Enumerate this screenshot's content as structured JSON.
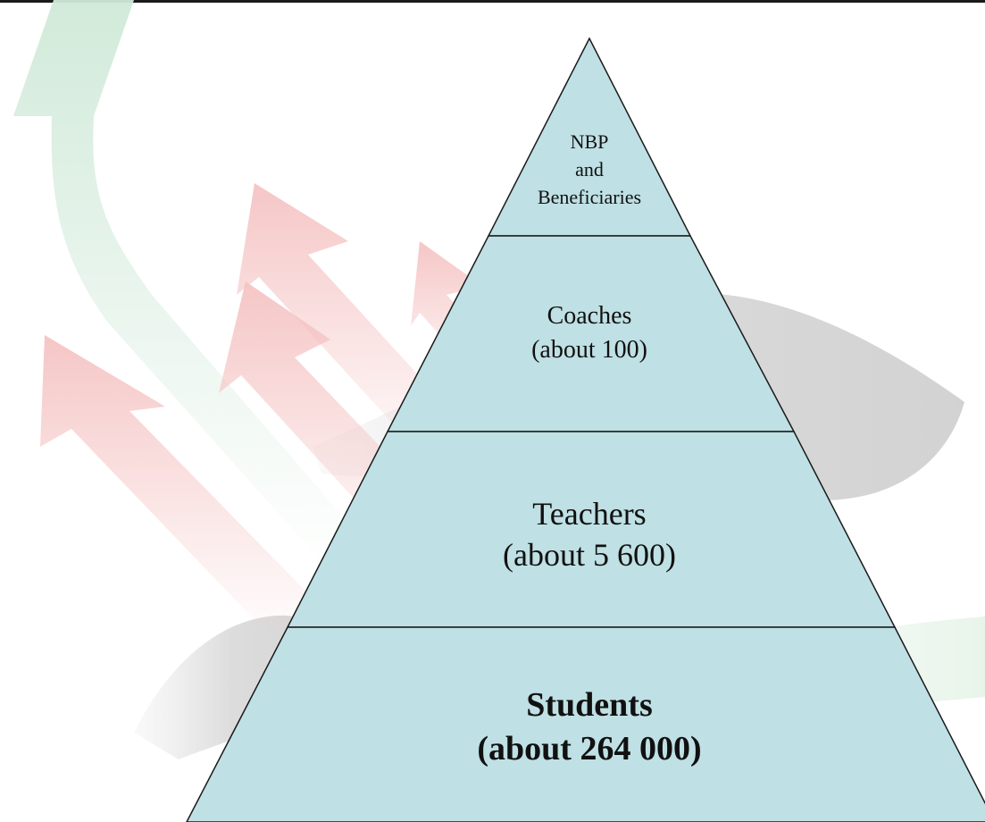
{
  "pyramid": {
    "levels": [
      {
        "lines": [
          "NBP",
          "and",
          "Beneficiaries"
        ]
      },
      {
        "lines": [
          "Coaches",
          "(about 100)"
        ]
      },
      {
        "lines": [
          "Teachers",
          "(about 5 600)"
        ]
      },
      {
        "lines": [
          "Students",
          "(about 264 000)"
        ]
      }
    ],
    "fill_color": "#bfe0e4",
    "stroke_color": "#1a1a1a"
  },
  "background": {
    "arrow_green": "#cfe9d8",
    "arrow_red": "#f5c9c9",
    "swoosh_gray": "#cfcfcf"
  }
}
